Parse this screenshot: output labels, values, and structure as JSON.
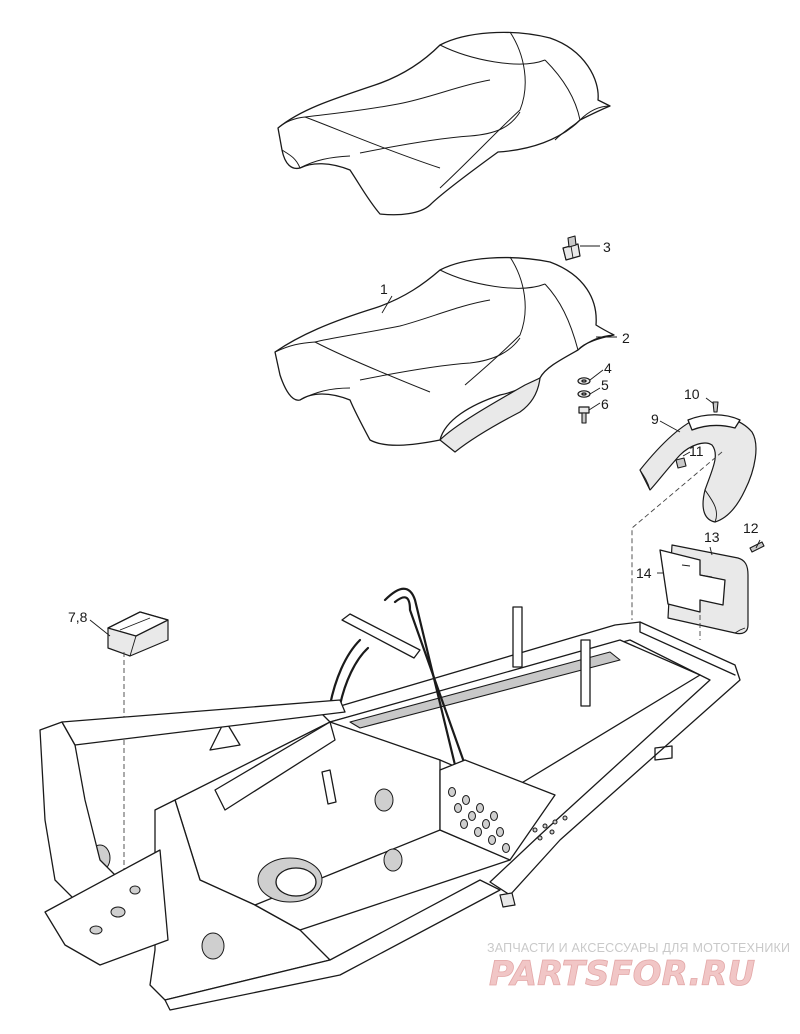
{
  "callouts": [
    {
      "id": "c1",
      "text": "1"
    },
    {
      "id": "c2",
      "text": "2"
    },
    {
      "id": "c3",
      "text": "3"
    },
    {
      "id": "c4",
      "text": "4"
    },
    {
      "id": "c5",
      "text": "5"
    },
    {
      "id": "c6",
      "text": "6"
    },
    {
      "id": "c78",
      "text": "7,8"
    },
    {
      "id": "c9",
      "text": "9"
    },
    {
      "id": "c10",
      "text": "10"
    },
    {
      "id": "c11",
      "text": "11"
    },
    {
      "id": "c12",
      "text": "12"
    },
    {
      "id": "c13",
      "text": "13"
    },
    {
      "id": "c14",
      "text": "14"
    }
  ],
  "watermark": {
    "tagline": "ЗАПЧАСТИ И АКСЕССУАРЫ ДЛЯ МОТОТЕХНИКИ",
    "logo": "PARTSFOR.RU"
  },
  "colors": {
    "line": "#1a1a1a",
    "watermark_text": "#c9c9c9",
    "watermark_logo": "#f1c6c6"
  }
}
